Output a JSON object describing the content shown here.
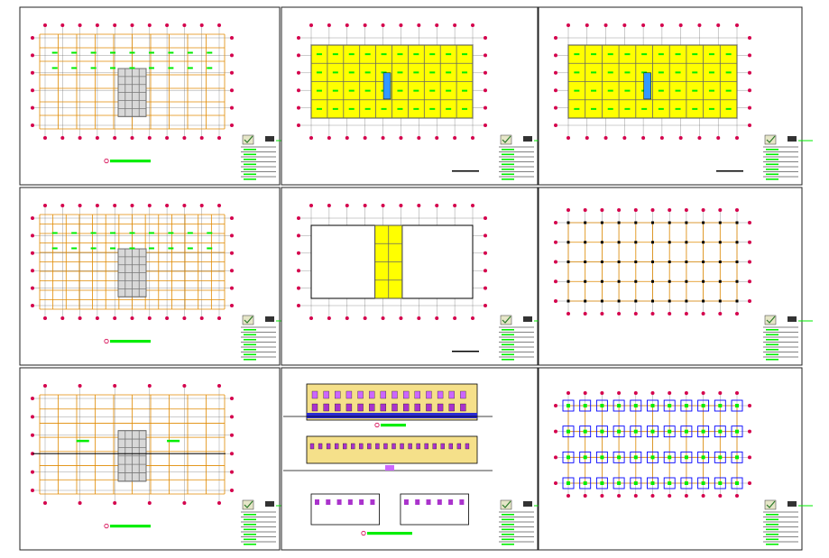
{
  "page": {
    "background": "#ffffff",
    "sheet_border": "#222222",
    "frame_border": "#000000"
  },
  "colors": {
    "grid_orange": "#e08a00",
    "axis_bubble": "#d4004c",
    "fill_yellow": "#ffff00",
    "label_green": "#00ee00",
    "wall_black": "#000000",
    "column_blue": "#0000ff",
    "facade_purple": "#aa33cc",
    "facade_window": "#cc66ff"
  },
  "sheets": [
    {
      "id": "s1",
      "type": "plan-orange"
    },
    {
      "id": "s2",
      "type": "plan-yellow"
    },
    {
      "id": "s3",
      "type": "plan-yellow"
    },
    {
      "id": "s4",
      "type": "plan-orange-dense"
    },
    {
      "id": "s5",
      "type": "plan-yellow-center"
    },
    {
      "id": "s6",
      "type": "plan-grid-columns"
    },
    {
      "id": "s7",
      "type": "plan-orange-sparse"
    },
    {
      "id": "s8",
      "type": "elevations"
    },
    {
      "id": "s9",
      "type": "foundation"
    }
  ],
  "icons": {
    "title_block_logo": "checkmark-logo-icon",
    "axis_marker": "grid-bubble-icon"
  }
}
